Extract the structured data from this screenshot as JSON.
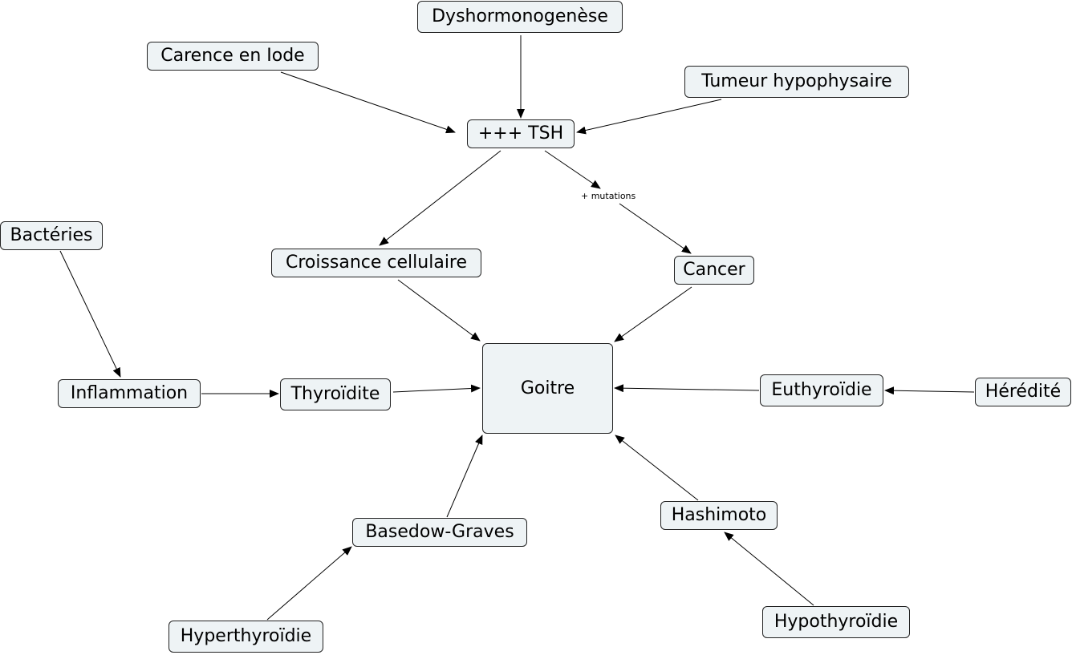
{
  "nodes": {
    "dyshormonogenese": "Dyshormonogenèse",
    "carence_iode": "Carence en Iode",
    "tumeur_hypophysaire": "Tumeur hypophysaire",
    "tsh": "+++ TSH",
    "bacteries": "Bactéries",
    "croissance_cellulaire": "Croissance cellulaire",
    "cancer": "Cancer",
    "inflammation": "Inflammation",
    "thyroidite": "Thyroïdite",
    "goitre": "Goitre",
    "euthyroidie": "Euthyroïdie",
    "heredite": "Hérédité",
    "basedow_graves": "Basedow-Graves",
    "hashimoto": "Hashimoto",
    "hyperthyroidie": "Hyperthyroïdie",
    "hypothyroidie": "Hypothyroïdie"
  },
  "edges": [
    {
      "from": "dyshormonogenese",
      "to": "tsh",
      "label": ""
    },
    {
      "from": "carence_iode",
      "to": "tsh",
      "label": ""
    },
    {
      "from": "tumeur_hypophysaire",
      "to": "tsh",
      "label": ""
    },
    {
      "from": "tsh",
      "to": "croissance_cellulaire",
      "label": ""
    },
    {
      "from": "tsh",
      "to": "cancer",
      "label": "+ mutations"
    },
    {
      "from": "croissance_cellulaire",
      "to": "goitre",
      "label": ""
    },
    {
      "from": "cancer",
      "to": "goitre",
      "label": ""
    },
    {
      "from": "bacteries",
      "to": "inflammation",
      "label": ""
    },
    {
      "from": "inflammation",
      "to": "thyroidite",
      "label": ""
    },
    {
      "from": "thyroidite",
      "to": "goitre",
      "label": ""
    },
    {
      "from": "euthyroidie",
      "to": "goitre",
      "label": ""
    },
    {
      "from": "heredite",
      "to": "euthyroidie",
      "label": ""
    },
    {
      "from": "basedow_graves",
      "to": "goitre",
      "label": ""
    },
    {
      "from": "hyperthyroidie",
      "to": "basedow_graves",
      "label": ""
    },
    {
      "from": "hashimoto",
      "to": "goitre",
      "label": ""
    },
    {
      "from": "hypothyroidie",
      "to": "hashimoto",
      "label": ""
    }
  ]
}
